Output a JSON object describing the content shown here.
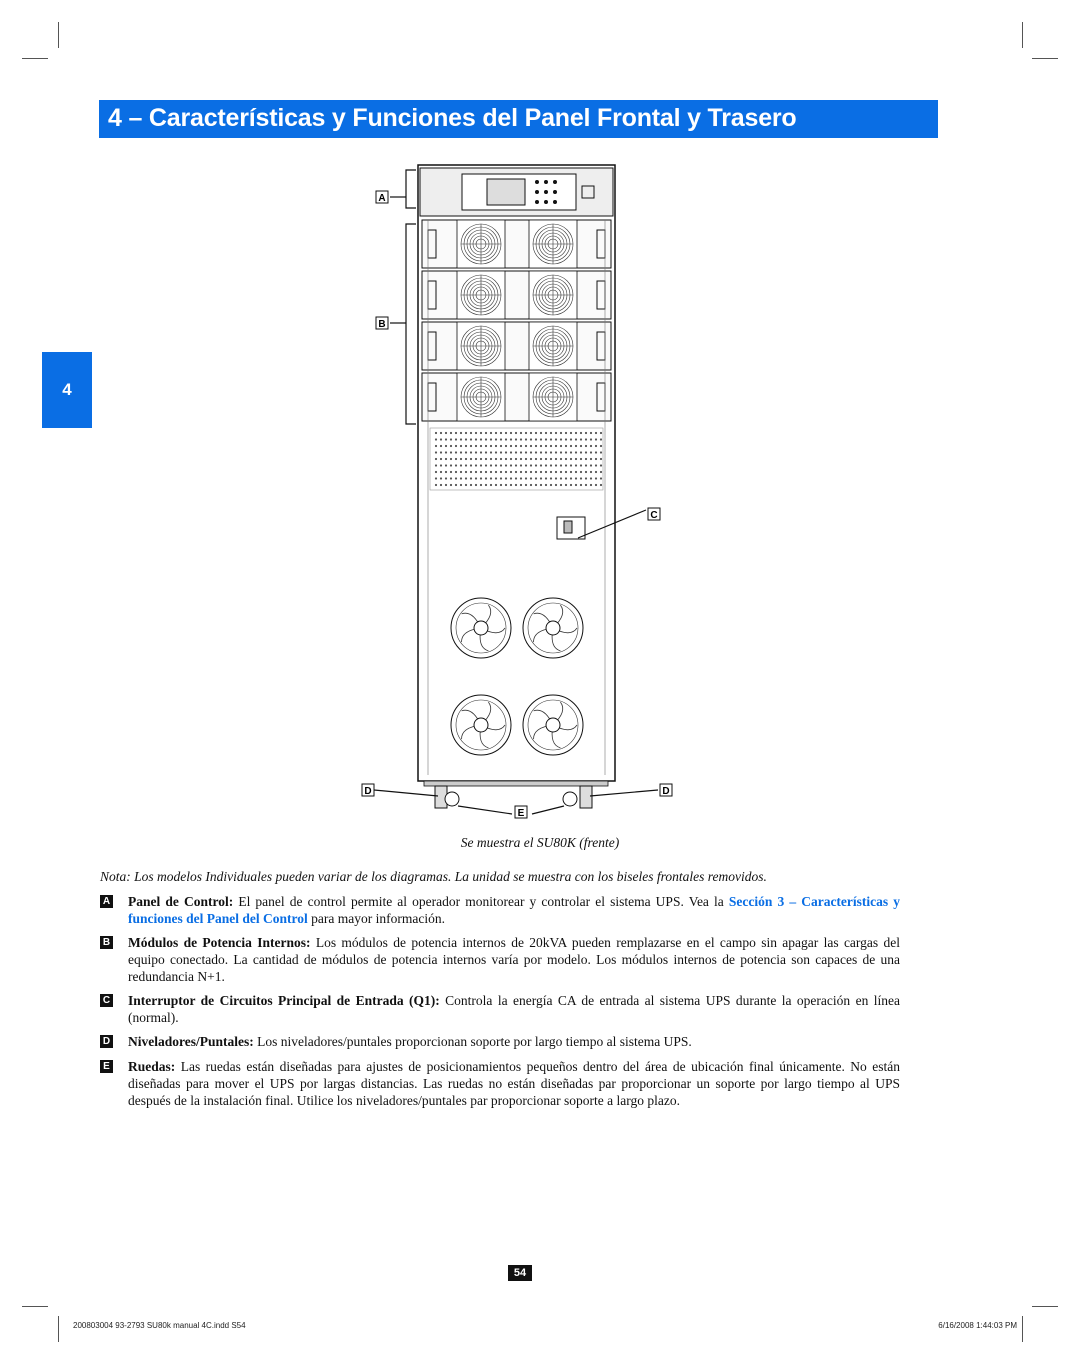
{
  "header": {
    "title": "4 – Características y Funciones del Panel Frontal y Trasero"
  },
  "side_tab": {
    "label": "4"
  },
  "diagram": {
    "callouts": {
      "a": "A",
      "b": "B",
      "c": "C",
      "d_left": "D",
      "d_right": "D",
      "e": "E"
    }
  },
  "caption": "Se muestra el SU80K (frente)",
  "note": "Nota: Los modelos Individuales pueden variar de los diagramas. La unidad se muestra con los biseles frontales removidos.",
  "items": [
    {
      "badge": "A",
      "term": "Panel de Control:",
      "text_before": " El panel de control permite al operador monitorear y controlar el sistema UPS. Vea la ",
      "link": "Sección 3 – Características y funciones del Panel del Control",
      "text_after": " para mayor información."
    },
    {
      "badge": "B",
      "term": "Módulos de Potencia Internos:",
      "text": " Los módulos de potencia internos de 20kVA pueden remplazarse en el campo sin apagar las cargas del equipo conectado. La cantidad de módulos de potencia internos varía por modelo. Los módulos internos de potencia son capaces de una redundancia N+1."
    },
    {
      "badge": "C",
      "term": "Interruptor de Circuitos Principal de Entrada (Q1):",
      "text": " Controla la energía CA de entrada al sistema UPS durante la operación en línea (normal)."
    },
    {
      "badge": "D",
      "term": "Niveladores/Puntales:",
      "text": " Los niveladores/puntales proporcionan soporte por largo tiempo al sistema UPS."
    },
    {
      "badge": "E",
      "term": "Ruedas:",
      "text": " Las ruedas están diseñadas para ajustes de posicionamientos pequeños dentro del área de ubicación final únicamente. No están diseñadas para mover el UPS por largas distancias. Las ruedas no están diseñadas par proporcionar un soporte por largo tiempo al UPS después de la instalación final. Utilice los niveladores/puntales par proporcionar soporte a largo plazo."
    }
  ],
  "page_number": "54",
  "footer": {
    "left": "200803004 93-2793 SU80k manual 4C.indd   S54",
    "right": "6/16/2008   1:44:03 PM"
  }
}
